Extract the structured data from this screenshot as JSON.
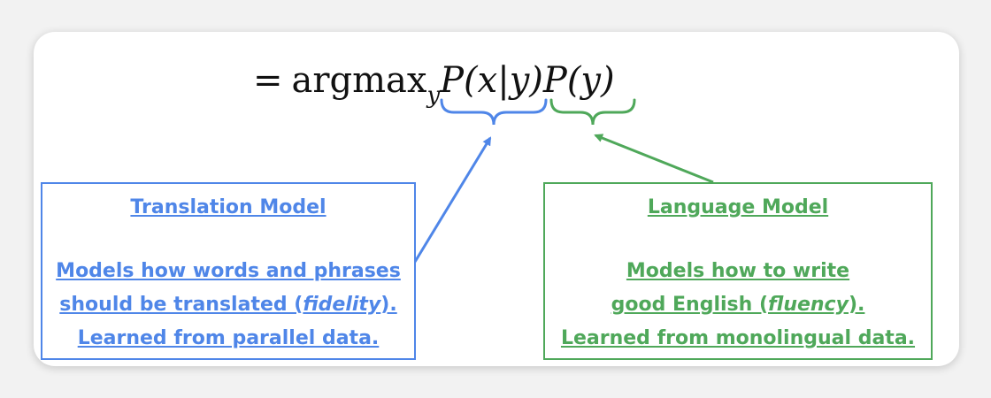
{
  "formula": {
    "equals": "=",
    "argmax": "argmax",
    "subscript": "y",
    "tm_term": "P(x|y)",
    "lm_term": "P(y)"
  },
  "translation_model": {
    "title": "Translation Model",
    "line1": "Models how words and phrases",
    "line2_pre": "should be translated (",
    "line2_em": "fidelity",
    "line2_post": ").",
    "line3": "Learned from parallel data."
  },
  "language_model": {
    "title": "Language Model",
    "line1": "Models how to write",
    "line2_pre": "good English (",
    "line2_em": "fluency",
    "line2_post": ").",
    "line3": "Learned from monolingual data."
  },
  "colors": {
    "translation_model": "#4f86e8",
    "language_model": "#4fa85a"
  }
}
